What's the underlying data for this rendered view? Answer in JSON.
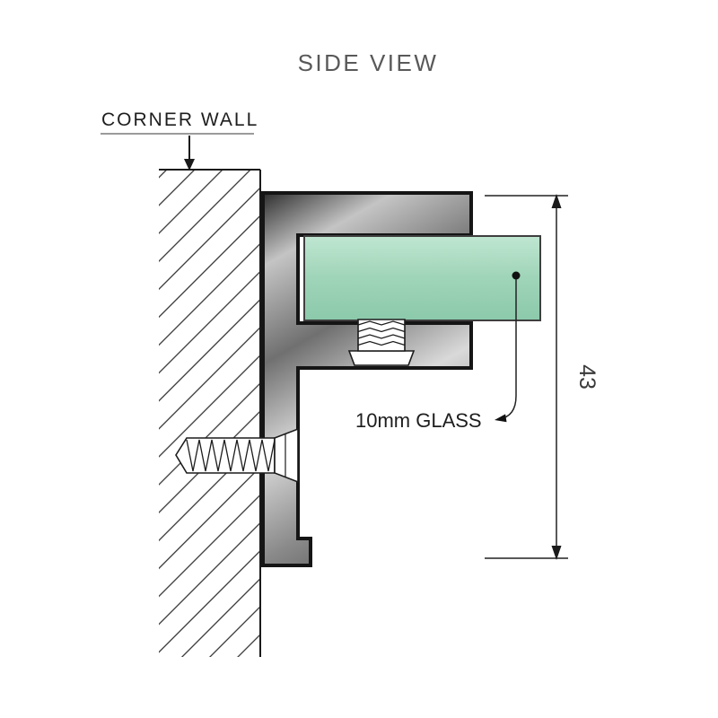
{
  "title": "SIDE VIEW",
  "annotations": {
    "corner_wall_label": "CORNER WALL",
    "glass_label": "10mm GLASS",
    "height_dimension": "43"
  },
  "colors": {
    "background": "#ffffff",
    "title_text": "#595959",
    "label_text": "#1e1e1e",
    "dimension_text": "#3a3a3a",
    "outline": "#1a1a1a",
    "glass_green": "#9fd4b8",
    "metal_gray": "#8a8a8a"
  },
  "parts": {
    "wall": "hatched corner wall section",
    "bracket": "F-profile wall bracket",
    "glass": "10mm glass panel",
    "set_screw": "glass clamping grub screw",
    "fixing_screw": "wall fixing screw"
  }
}
